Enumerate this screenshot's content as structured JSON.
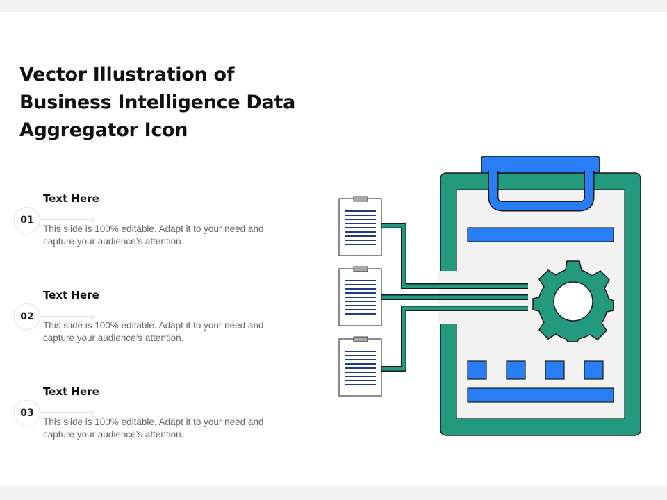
{
  "title": "Vector Illustration of Business Intelligence Data Aggregator Icon",
  "items": [
    {
      "number": "01",
      "heading": "Text Here",
      "description": "This slide is 100% editable. Adapt it to your need and capture your audience’s attention."
    },
    {
      "number": "02",
      "heading": "Text Here",
      "description": "This slide is 100% editable. Adapt it to your need and capture your audience’s attention."
    },
    {
      "number": "03",
      "heading": "Text Here",
      "description": "This slide is 100% editable. Adapt it to your need and capture your audience’s attention."
    }
  ],
  "colors": {
    "clipboard_green": "#23997e",
    "accent_blue": "#2a7ef5",
    "paper": "#f2f2f2",
    "doc_lines": "#1f3b8c",
    "outline": "#1a1a1a"
  },
  "icon": "clipboard-gear-aggregator-icon"
}
